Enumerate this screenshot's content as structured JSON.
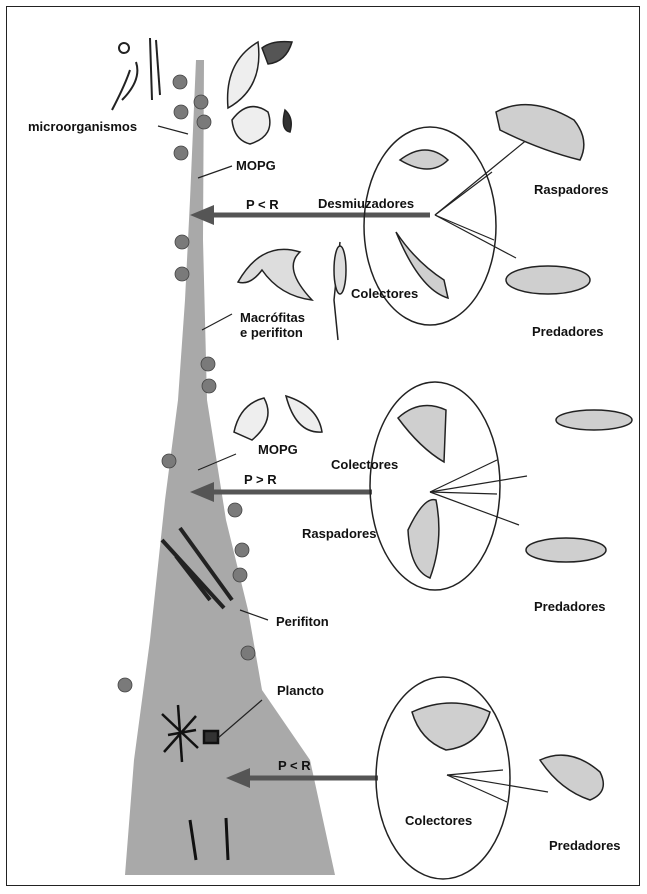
{
  "labels": {
    "microorganisms": "microorganismos",
    "mopg_top": "MOPG",
    "shredders": "Desmiuzadores",
    "p_r_top": "P < R",
    "collectors_top": "Colectores",
    "macrophytes_line1": "Macrófitas",
    "macrophytes_line2": "e perifiton",
    "scrapers_top_right": "Raspadores",
    "predators_top_right": "Predadores",
    "mopg_mid": "MOPG",
    "p_r_mid": "P > R",
    "collectors_mid": "Colectores",
    "scrapers_mid": "Raspadores",
    "predators_mid_right": "Predadores",
    "periphyton": "Perifiton",
    "plankton": "Plancto",
    "p_r_bottom": "P < R",
    "collectors_bottom": "Colectores",
    "predators_bottom_right": "Predadores"
  },
  "colors": {
    "river": "#a9a9a9",
    "arrow": "#555555",
    "particle": "#7a7a7a",
    "ink": "#111111"
  }
}
